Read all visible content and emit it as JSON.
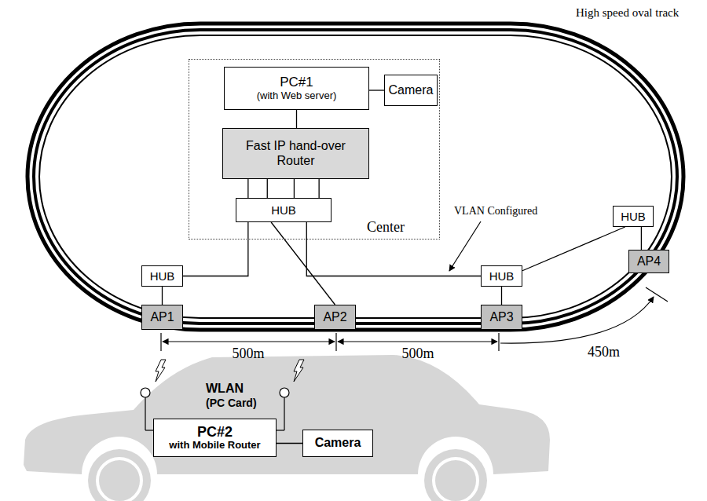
{
  "diagram": {
    "nodes": [
      {
        "text": [
          "Center"
        ]
      },
      {
        "text": [
          "PC#1",
          "(with Web server)"
        ],
        "in": 0
      },
      {
        "text": [
          "Camera"
        ],
        "in": 0
      },
      {
        "text": [
          "Fast IP hand-over Router"
        ],
        "in": 0
      },
      {
        "text": [
          "HUB"
        ],
        "in": 0
      },
      {
        "text": [
          "HUB"
        ]
      },
      {
        "text": [
          "AP1"
        ]
      },
      {
        "text": [
          "AP2"
        ]
      },
      {
        "text": [
          "HUB"
        ]
      },
      {
        "text": [
          "AP3"
        ]
      },
      {
        "text": [
          "HUB"
        ]
      },
      {
        "text": [
          "AP4"
        ]
      },
      {
        "text": [
          "PC#2",
          "with Mobile Router"
        ]
      },
      {
        "text": [
          "Camera"
        ]
      }
    ],
    "edges": [
      {
        "from": 1,
        "to": 2,
        "arrow": "none"
      },
      {
        "from": 1,
        "to": 3,
        "arrow": "none"
      },
      {
        "from": 3,
        "to": 4,
        "arrow": "none"
      },
      {
        "from": 3,
        "to": 4,
        "arrow": "none"
      },
      {
        "from": 3,
        "to": 4,
        "arrow": "none"
      },
      {
        "from": 3,
        "to": 4,
        "arrow": "none"
      },
      {
        "from": 4,
        "to": 5,
        "arrow": "none"
      },
      {
        "from": 4,
        "to": 7,
        "arrow": "none"
      },
      {
        "from": 4,
        "to": 8,
        "arrow": "none"
      },
      {
        "from": 5,
        "to": 6,
        "arrow": "none"
      },
      {
        "from": 8,
        "to": 9,
        "arrow": "none"
      },
      {
        "from": 8,
        "to": 10,
        "arrow": "none"
      },
      {
        "from": 10,
        "to": 11,
        "arrow": "none"
      },
      {
        "from": 12,
        "to": 13,
        "arrow": "none"
      }
    ],
    "labels": [
      "High speed oval track",
      "VLAN Configured",
      "500m",
      "500m",
      "450m",
      "WLAN",
      "(PC Card)"
    ]
  }
}
